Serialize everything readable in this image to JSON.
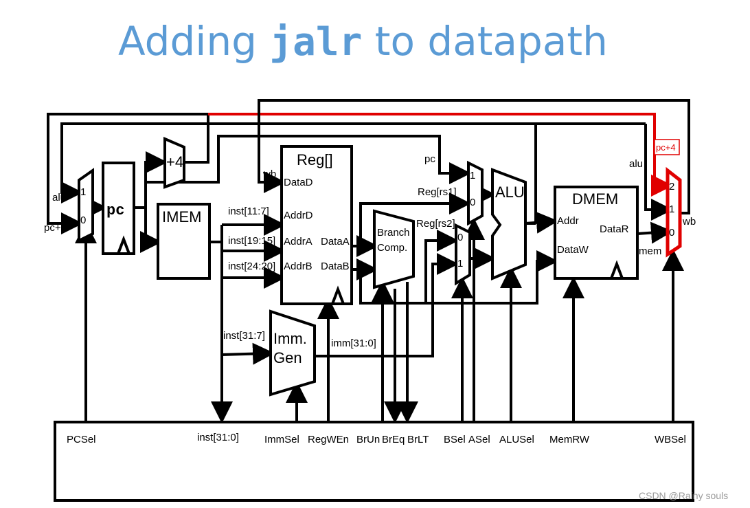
{
  "title": {
    "prefix": "Adding ",
    "code": "jalr",
    "suffix": " to datapath"
  },
  "blocks": {
    "pc": "pc",
    "plus4": "+4",
    "imem": "IMEM",
    "regfile": "Reg[]",
    "branch_line1": "Branch",
    "branch_line2": "Comp.",
    "alu": "ALU",
    "dmem": "DMEM",
    "immgen_line1": "Imm.",
    "immgen_line2": "Gen"
  },
  "ports": {
    "dataD": "DataD",
    "addrD": "AddrD",
    "addrA": "AddrA",
    "addrB": "AddrB",
    "dataA": "DataA",
    "dataB": "DataB",
    "dmem_addr": "Addr",
    "dmem_dataW": "DataW",
    "dmem_dataR": "DataR"
  },
  "wires": {
    "alu_pcmux": "alu",
    "pc4_pcmux": "pc+4",
    "inst_11_7": "inst[11:7]",
    "inst_19_15": "inst[19:15]",
    "inst_24_20": "inst[24:20]",
    "inst_31_7": "inst[31:7]",
    "imm": "imm[31:0]",
    "wb_reg": "wb",
    "wb_out": "wb",
    "pc_amux": "pc",
    "rs1": "Reg[rs1]",
    "rs2": "Reg[rs2]",
    "alu_wbmux": "alu",
    "mem": "mem",
    "pc4_box": "pc+4"
  },
  "mux_inputs": {
    "pcmux": [
      "1",
      "0"
    ],
    "amux": [
      "1",
      "0"
    ],
    "bmux": [
      "0",
      "1"
    ],
    "wbmux": [
      "2",
      "1",
      "0"
    ]
  },
  "controls": [
    "PCSel",
    "inst[31:0]",
    "ImmSel",
    "RegWEn",
    "BrUn",
    "BrEq",
    "BrLT",
    "BSel",
    "ASel",
    "ALUSel",
    "MemRW",
    "WBSel"
  ],
  "watermark": "CSDN @Rainy souls",
  "colors": {
    "title": "#5b9bd5",
    "highlight": "#e00000",
    "wire": "#000000"
  }
}
